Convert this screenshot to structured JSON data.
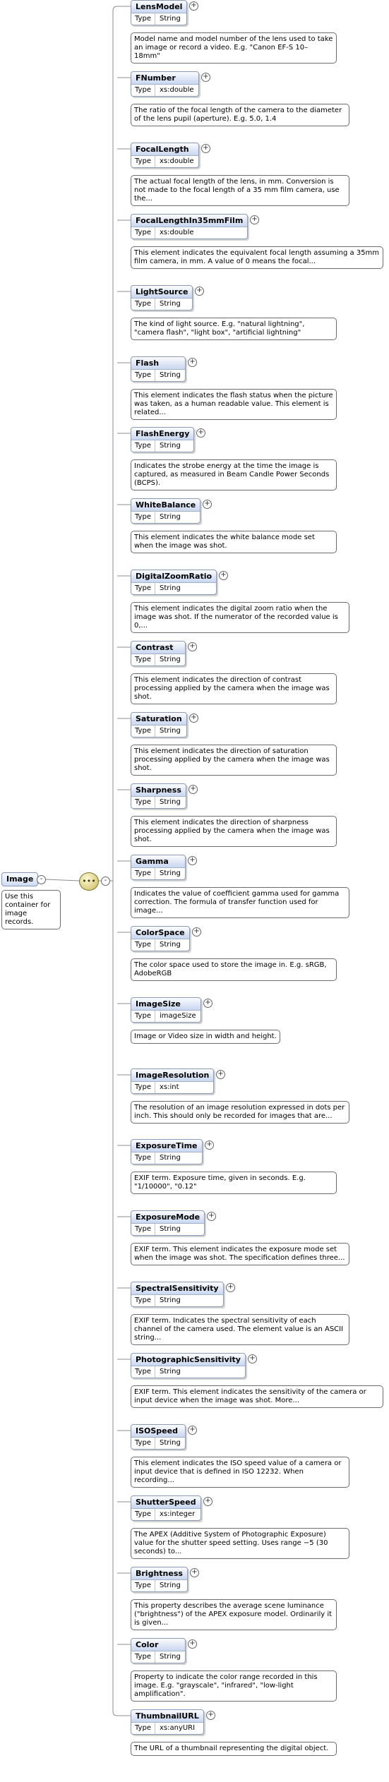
{
  "root": {
    "name": "Image",
    "doc": "Use this container for image records.",
    "compositor": "sequence"
  },
  "symbols": {
    "expand": "+",
    "collapse": "-"
  },
  "type_key": "Type",
  "elements": [
    {
      "name": "LensModel",
      "type": "String",
      "doc": "Model name and model number of the lens used to take an image or record a video. E.g. \"Canon EF-S 10–18mm\""
    },
    {
      "name": "FNumber",
      "type": "xs:double",
      "doc": "The ratio of the focal length of the camera to the diameter of the lens pupil (aperture). E.g. 5.0, 1.4"
    },
    {
      "name": "FocalLength",
      "type": "xs:double",
      "doc": "The actual focal length of the lens, in mm. Conversion is not made to the focal length of a 35 mm film camera, use the..."
    },
    {
      "name": "FocalLengthIn35mmFilm",
      "type": "xs:double",
      "doc": "This element indicates the equivalent focal length assuming a 35mm film camera, in mm. A value of 0 means the focal..."
    },
    {
      "name": "LightSource",
      "type": "String",
      "doc": "The kind of light source. E.g. \"natural lightning\", \"camera flash\", \"light box\", \"artificial lightning\""
    },
    {
      "name": "Flash",
      "type": "String",
      "doc": "This element indicates the flash status when the picture was taken, as a human readable value. This element is related..."
    },
    {
      "name": "FlashEnergy",
      "type": "String",
      "doc": "Indicates the strobe energy at the time the image is captured, as measured in Beam Candle Power Seconds (BCPS)."
    },
    {
      "name": "WhiteBalance",
      "type": "String",
      "doc": "This element indicates the white balance mode set when the image was shot."
    },
    {
      "name": "DigitalZoomRatio",
      "type": "String",
      "doc": "This element indicates the digital zoom ratio when the image was shot. If the numerator of the recorded value is 0,..."
    },
    {
      "name": "Contrast",
      "type": "String",
      "doc": "This element indicates the direction of contrast processing applied by the camera when the image was shot."
    },
    {
      "name": "Saturation",
      "type": "String",
      "doc": "This element indicates the direction of saturation processing applied by the camera when the image was shot."
    },
    {
      "name": "Sharpness",
      "type": "String",
      "doc": "This element indicates the direction of sharpness processing applied by the camera when the image was shot."
    },
    {
      "name": "Gamma",
      "type": "String",
      "doc": "Indicates the value of coefficient gamma used for gamma correction. The formula of transfer function used for image..."
    },
    {
      "name": "ColorSpace",
      "type": "String",
      "doc": "The color space used to store the image in. E.g. sRGB, AdobeRGB"
    },
    {
      "name": "ImageSize",
      "type": "imageSize",
      "doc": "Image or Video size in width and height."
    },
    {
      "name": "ImageResolution",
      "type": "xs:int",
      "doc": "The resolution of an image resolution expressed in dots per inch. This should only be recorded for images that are..."
    },
    {
      "name": "ExposureTime",
      "type": "String",
      "doc": "EXIF term. Exposure time, given in seconds. E.g. \"1/10000\", \"0.12\""
    },
    {
      "name": "ExposureMode",
      "type": "String",
      "doc": "EXIF term. This element indicates the exposure mode set when the image was shot. The specification defines three..."
    },
    {
      "name": "SpectralSensitivity",
      "type": "String",
      "doc": "EXIF term. Indicates the spectral sensitivity of each channel of the camera used. The element value is an ASCII string..."
    },
    {
      "name": "PhotographicSensitivity",
      "type": "String",
      "doc": "EXIF term. This element indicates the sensitivity of the camera or input device when the image was shot. More..."
    },
    {
      "name": "ISOSpeed",
      "type": "String",
      "doc": "This element indicates the ISO speed value of a camera or input device that is defined in ISO 12232. When recording..."
    },
    {
      "name": "ShutterSpeed",
      "type": "xs:integer",
      "doc": "The APEX (Additive System of Photographic Exposure) value for the shutter speed setting. Uses range −5 (30 seconds) to..."
    },
    {
      "name": "Brightness",
      "type": "String",
      "doc": "This property describes the average scene luminance (\"brightness\") of the APEX exposure model. Ordinarily it is given..."
    },
    {
      "name": "Color",
      "type": "String",
      "doc": "Property to indicate the color range recorded in this image. E.g. \"grayscale\", \"infrared\", \"low-light amplification\"."
    },
    {
      "name": "ThumbnailURL",
      "type": "xs:anyURI",
      "doc": "The URL of a thumbnail representing the digital object."
    }
  ]
}
